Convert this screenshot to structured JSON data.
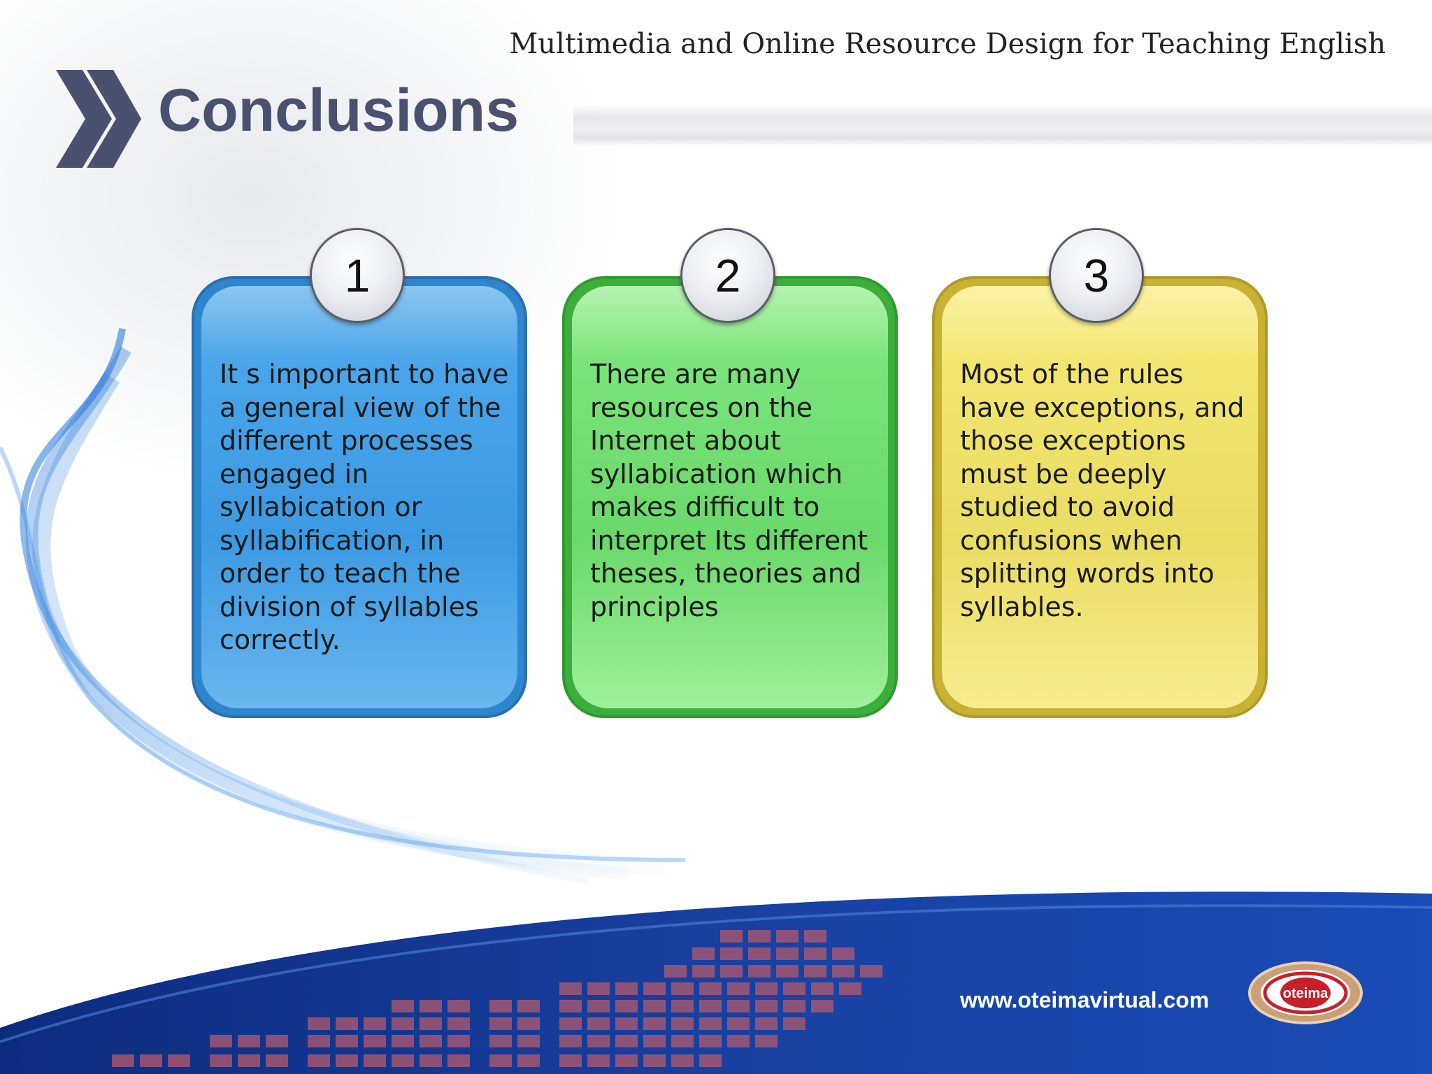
{
  "header": {
    "course_title": "Multimedia and Online Resource Design for Teaching English"
  },
  "slide": {
    "title": "Conclusions"
  },
  "cards": [
    {
      "number": "1",
      "text": "It s important to have a general view of the different processes engaged in syllabication or syllabification, in order to teach the division of syllables correctly.",
      "color": "#3c9ae3"
    },
    {
      "number": "2",
      "text": "There are many resources on the Internet about syllabication which makes difficult to interpret Its different theses, theories and principles",
      "color": "#6ad86a"
    },
    {
      "number": "3",
      "text": "Most of the rules have exceptions, and those exceptions must be deeply studied to avoid confusions when splitting words into syllables.",
      "color": "#eadd64"
    }
  ],
  "footer": {
    "url": "www.oteimavirtual.com",
    "logo_text": "oteima"
  },
  "colors": {
    "title": "#4a5170",
    "footer_blue": "#1a3f9c"
  }
}
